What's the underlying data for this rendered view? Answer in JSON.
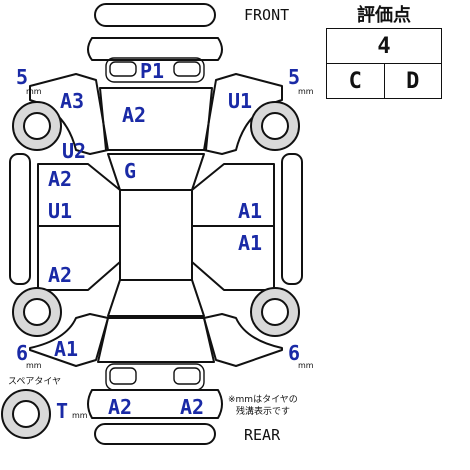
{
  "labels": {
    "front": "FRONT",
    "rear": "REAR",
    "spare_tire": "スペアタイヤ",
    "tread_note_line1": "※mmはタイヤの",
    "tread_note_line2": "残溝表示です",
    "mm_unit": "mm"
  },
  "grade": {
    "title": "評価点",
    "score": "4",
    "interior": "C",
    "exterior": "D"
  },
  "tires": {
    "front_left": "5",
    "front_right": "5",
    "rear_left": "6",
    "rear_right": "6",
    "spare": "T"
  },
  "damage_codes": {
    "front_bumper": "P1",
    "front_left_fender": "A3",
    "hood": "A2",
    "front_right_fender": "U1",
    "left_a_pillar": "U2",
    "roof": "G",
    "left_front_door_upper": "A2",
    "left_front_door_lower": "U1",
    "right_front_door": "A1",
    "right_rear_door": "A1",
    "left_rear_door": "A2",
    "left_rear_quarter": "A1",
    "rear_bumper_left": "A2",
    "rear_bumper_right": "A2"
  }
}
